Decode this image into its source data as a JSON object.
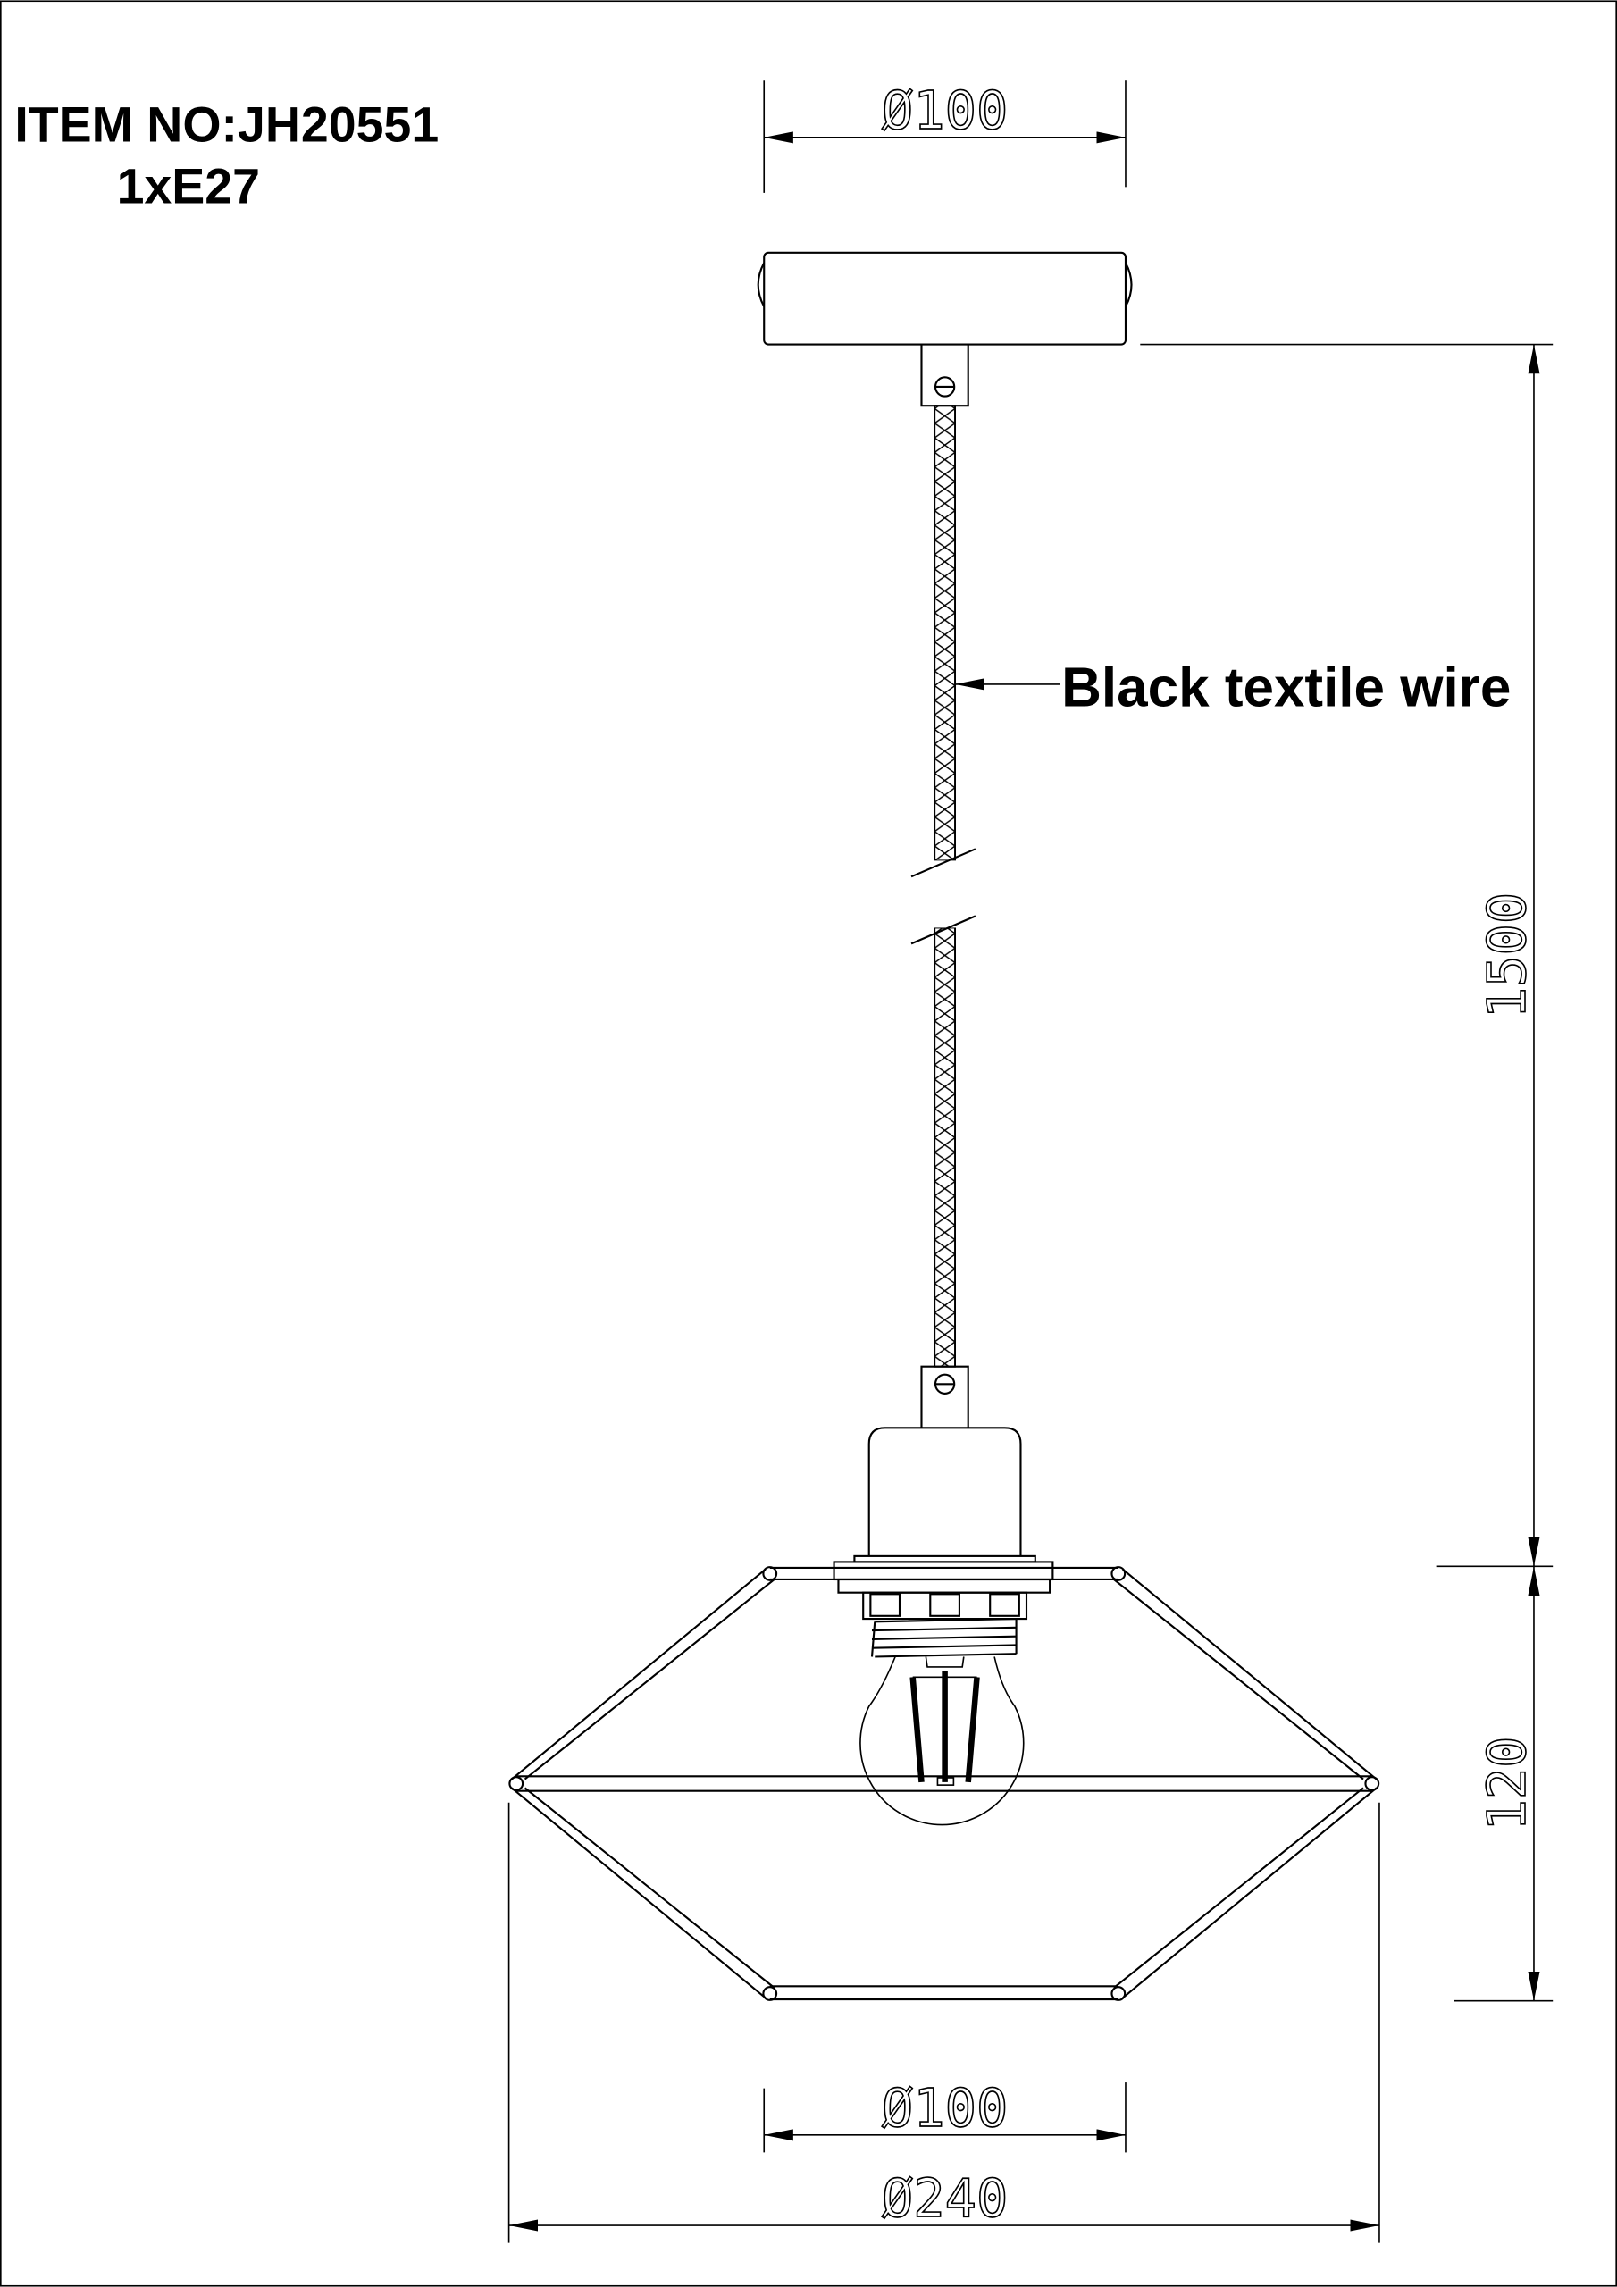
{
  "title": {
    "item_no": "ITEM NO:JH20551",
    "lamp": "1xE27"
  },
  "labels": {
    "wire": "Black textile wire"
  },
  "dimensions": {
    "canopy_diameter": "Ø100",
    "drop_length": "1500",
    "shade_height": "120",
    "shade_top_diameter": "Ø100",
    "shade_diameter": "Ø240"
  },
  "colors": {
    "line": "#000000",
    "background": "#ffffff"
  }
}
